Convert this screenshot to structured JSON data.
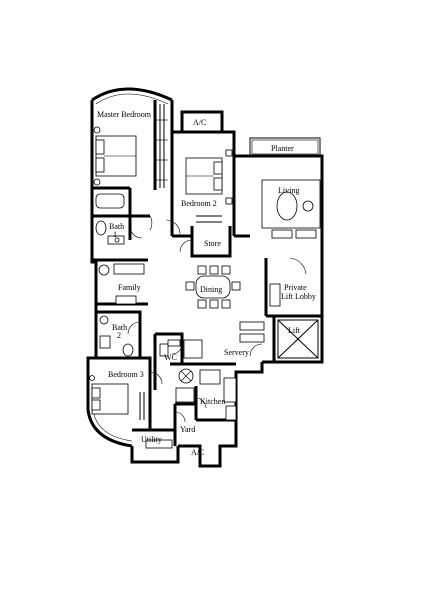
{
  "rooms": {
    "master_bedroom": "Master Bedroom",
    "ac_top": "A/C",
    "planter": "Planter",
    "bedroom_2": "Bedroom 2",
    "living": "Living",
    "bath_1_a": "Bath",
    "bath_1_b": "1",
    "store": "Store",
    "dining": "Dining",
    "family": "Family",
    "private_lift_lobby_a": "Private",
    "private_lift_lobby_b": "Lift Lobby",
    "bath_2_a": "Bath",
    "bath_2_b": "2",
    "lift": "Lift",
    "wc": "WC",
    "servery": "Servery",
    "bedroom_3": "Bedroom 3",
    "kitchen": "Kitchen",
    "yard": "Yard",
    "utility": "Utility",
    "ac_bottom": "A/C"
  }
}
